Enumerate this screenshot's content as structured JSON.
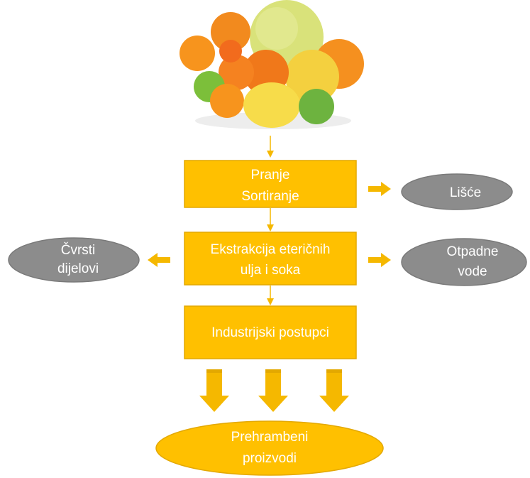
{
  "colors": {
    "process_fill": "#FFC000",
    "process_stroke": "#E3A800",
    "side_fill": "#8C8C8C",
    "side_stroke": "#7A7A7A",
    "arrow": "#F5B800",
    "text": "#ffffff"
  },
  "image": {
    "icon": "citrus-fruits-photo"
  },
  "steps": [
    {
      "lines": [
        "Pranje",
        "Sortiranje"
      ]
    },
    {
      "lines": [
        "Ekstrakcija eteričnih",
        "ulja i soka"
      ]
    },
    {
      "lines": [
        "Industrijski postupci"
      ]
    }
  ],
  "byproducts": {
    "lisce": {
      "lines": [
        "Lišće"
      ]
    },
    "cvrsti": {
      "lines": [
        "Čvrsti",
        "dijelovi"
      ]
    },
    "otpadne": {
      "lines": [
        "Otpadne",
        "vode"
      ]
    }
  },
  "final": {
    "lines": [
      "Prehrambeni",
      "proizvodi"
    ]
  }
}
